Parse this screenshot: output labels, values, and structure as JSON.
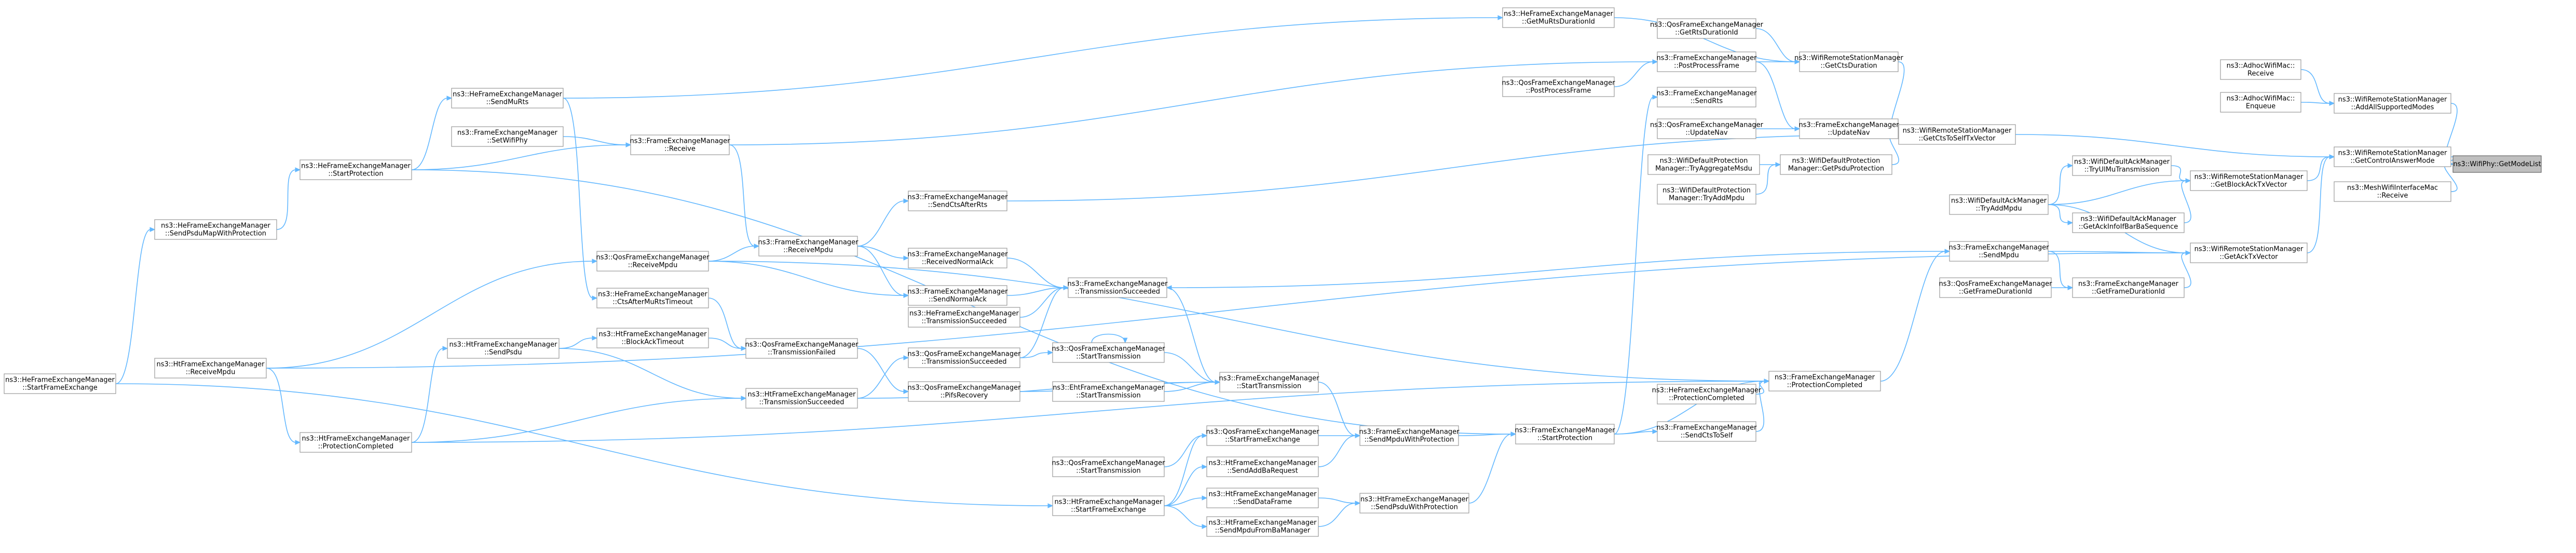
{
  "nodes": [
    {
      "id": "target",
      "lines": [
        "ns3::WifiPhy::GetModeList"
      ],
      "highlight": true
    },
    {
      "id": "rsm_addall",
      "lines": [
        "ns3::WifiRemoteStationManager",
        "::AddAllSupportedModes"
      ]
    },
    {
      "id": "adhoc_recv",
      "lines": [
        "ns3::AdhocWifiMac::",
        "Receive"
      ]
    },
    {
      "id": "adhoc_enq",
      "lines": [
        "ns3::AdhocWifiMac::",
        "Enqueue"
      ]
    },
    {
      "id": "rsm_ctrlans",
      "lines": [
        "ns3::WifiRemoteStationManager",
        "::GetControlAnswerMode"
      ]
    },
    {
      "id": "mesh_recv",
      "lines": [
        "ns3::MeshWifiInterfaceMac",
        "::Receive"
      ]
    },
    {
      "id": "rsm_ctstx",
      "lines": [
        "ns3::WifiRemoteStationManager",
        "::GetCtsToSelfTxVector"
      ]
    },
    {
      "id": "rsm_blockack",
      "lines": [
        "ns3::WifiRemoteStationManager",
        "::GetBlockAckTxVector"
      ]
    },
    {
      "id": "rsm_acktx",
      "lines": [
        "ns3::WifiRemoteStationManager",
        "::GetAckTxVector"
      ]
    },
    {
      "id": "rsm_ctstx_c",
      "lines": [
        "ns3::WifiRemoteStationManager",
        "::GetCtsTxVector"
      ]
    },
    {
      "id": "rsm_ctsdur",
      "lines": [
        "ns3::WifiRemoteStationManager",
        "::GetCtsDuration"
      ]
    },
    {
      "id": "rsm_updnav",
      "lines": [
        "ns3::FrameExchangeManager",
        "::UpdateNav"
      ]
    },
    {
      "id": "dap_getpsdu",
      "lines": [
        "ns3::WifiDefaultProtection",
        "Manager::GetPsduProtection"
      ]
    },
    {
      "id": "fem_postproc",
      "lines": [
        "ns3::FrameExchangeManager",
        "::PostProcessFrame"
      ]
    },
    {
      "id": "fem_sendrts",
      "lines": [
        "ns3::FrameExchangeManager",
        "::SendRts"
      ]
    },
    {
      "id": "he_getmu",
      "lines": [
        "ns3::HeFrameExchangeManager",
        "::GetMuRtsDurationId"
      ]
    },
    {
      "id": "qos_getrts",
      "lines": [
        "ns3::QosFrameExchangeManager",
        "::GetRtsDurationId"
      ]
    },
    {
      "id": "qos_postproc",
      "lines": [
        "ns3::QosFrameExchangeManager",
        "::PostProcessFrame"
      ]
    },
    {
      "id": "qos_updnav",
      "lines": [
        "ns3::QosFrameExchangeManager",
        "::UpdateNav"
      ]
    },
    {
      "id": "dap_tryagg",
      "lines": [
        "ns3::WifiDefaultProtection",
        "Manager::TryAggregateMsdu"
      ]
    },
    {
      "id": "dap_trympdu",
      "lines": [
        "ns3::WifiDefaultProtection",
        "Manager::TryAddMpdu"
      ]
    },
    {
      "id": "dap_tryulmu",
      "lines": [
        "ns3::WifiDefaultAckManager",
        "::TryUlMuTransmission"
      ]
    },
    {
      "id": "dap_tryaddmpdu",
      "lines": [
        "ns3::WifiDefaultAckManager",
        "::TryAddMpdu"
      ]
    },
    {
      "id": "dap_getackinfo",
      "lines": [
        "ns3::WifiDefaultAckManager",
        "::GetAckInfoIfBarBaSequence"
      ]
    },
    {
      "id": "fem_sendmpdu",
      "lines": [
        "ns3::FrameExchangeManager",
        "::SendMpdu"
      ]
    },
    {
      "id": "qos_getframedur",
      "lines": [
        "ns3::QosFrameExchangeManager",
        "::GetFrameDurationId"
      ]
    },
    {
      "id": "fem_getframedur",
      "lines": [
        "ns3::FrameExchangeManager",
        "::GetFrameDurationId"
      ]
    },
    {
      "id": "fem_protcomp",
      "lines": [
        "ns3::FrameExchangeManager",
        "::ProtectionCompleted"
      ]
    },
    {
      "id": "he_protcomp",
      "lines": [
        "ns3::HeFrameExchangeManager",
        "::ProtectionCompleted"
      ]
    },
    {
      "id": "fem_sendcts",
      "lines": [
        "ns3::FrameExchangeManager",
        "::SendCtsToSelf"
      ]
    },
    {
      "id": "fem_startprot",
      "lines": [
        "ns3::FrameExchangeManager",
        "::StartProtection"
      ]
    },
    {
      "id": "fem_sendmpduwp",
      "lines": [
        "ns3::FrameExchangeManager",
        "::SendMpduWithProtection"
      ]
    },
    {
      "id": "ht_sendpsduwp",
      "lines": [
        "ns3::HtFrameExchangeManager",
        "::SendPsduWithProtection"
      ]
    },
    {
      "id": "fem_starttx",
      "lines": [
        "ns3::FrameExchangeManager",
        "::StartTransmission"
      ]
    },
    {
      "id": "fem_txsucc",
      "lines": [
        "ns3::FrameExchangeManager",
        "::TransmissionSucceeded"
      ]
    },
    {
      "id": "qos_starttx",
      "lines": [
        "ns3::QosFrameExchangeManager",
        "::StartTransmission"
      ]
    },
    {
      "id": "qos_pifs",
      "lines": [
        "ns3::QosFrameExchangeManager",
        "::PifsRecovery"
      ]
    },
    {
      "id": "eht_starttx",
      "lines": [
        "ns3::EhtFrameExchangeManager",
        "::StartTransmission"
      ]
    },
    {
      "id": "he_txsucc",
      "lines": [
        "ns3::HeFrameExchangeManager",
        "::TransmissionSucceeded"
      ]
    },
    {
      "id": "qos_txsucc",
      "lines": [
        "ns3::QosFrameExchangeManager",
        "::TransmissionSucceeded"
      ]
    },
    {
      "id": "qos_startfe",
      "lines": [
        "ns3::QosFrameExchangeManager",
        "::StartFrameExchange"
      ]
    },
    {
      "id": "ht_sendaddba",
      "lines": [
        "ns3::HtFrameExchangeManager",
        "::SendAddBaRequest"
      ]
    },
    {
      "id": "ht_senddata",
      "lines": [
        "ns3::HtFrameExchangeManager",
        "::SendDataFrame"
      ]
    },
    {
      "id": "ht_sendpsdufrom",
      "lines": [
        "ns3::HtFrameExchangeManager",
        "::SendMpduFromBaManager"
      ]
    },
    {
      "id": "qos_starttx2",
      "lines": [
        "ns3::QosFrameExchangeManager",
        "::StartTransmission"
      ]
    },
    {
      "id": "ht_startfe",
      "lines": [
        "ns3::HtFrameExchangeManager",
        "::StartFrameExchange"
      ]
    },
    {
      "id": "fem_recvnormack",
      "lines": [
        "ns3::FrameExchangeManager",
        "::ReceivedNormalAck"
      ]
    },
    {
      "id": "fem_sendctsafter",
      "lines": [
        "ns3::FrameExchangeManager",
        "::SendCtsAfterRts"
      ]
    },
    {
      "id": "fem_recvmpdu",
      "lines": [
        "ns3::FrameExchangeManager",
        "::ReceiveMpdu"
      ]
    },
    {
      "id": "fem_sendnormack",
      "lines": [
        "ns3::FrameExchangeManager",
        "::SendNormalAck"
      ]
    },
    {
      "id": "qos_txfailed",
      "lines": [
        "ns3::QosFrameExchangeManager",
        "::TransmissionFailed"
      ]
    },
    {
      "id": "ht_txsucc",
      "lines": [
        "ns3::HtFrameExchangeManager",
        "::TransmissionSucceeded"
      ]
    },
    {
      "id": "fem_receive",
      "lines": [
        "ns3::FrameExchangeManager",
        "::Receive"
      ]
    },
    {
      "id": "he_sendmurts",
      "lines": [
        "ns3::HeFrameExchangeManager",
        "::SendMuRts"
      ]
    },
    {
      "id": "fem_setwifiphy",
      "lines": [
        "ns3::FrameExchangeManager",
        "::SetWifiPhy"
      ]
    },
    {
      "id": "qos_recvmpdu",
      "lines": [
        "ns3::QosFrameExchangeManager",
        "::ReceiveMpdu"
      ]
    },
    {
      "id": "he_ctsaftermu",
      "lines": [
        "ns3::HeFrameExchangeManager",
        "::CtsAfterMuRtsTimeout"
      ]
    },
    {
      "id": "ht_blockacktimeout",
      "lines": [
        "ns3::HtFrameExchangeManager",
        "::BlockAckTimeout"
      ]
    },
    {
      "id": "ht_sendpsdu",
      "lines": [
        "ns3::HtFrameExchangeManager",
        "::SendPsdu"
      ]
    },
    {
      "id": "he_startprot",
      "lines": [
        "ns3::HeFrameExchangeManager",
        "::StartProtection"
      ]
    },
    {
      "id": "he_sendpsdumay",
      "lines": [
        "ns3::HeFrameExchangeManager",
        "::SendPsduMapWithProtection"
      ]
    },
    {
      "id": "ht_recvmpdu",
      "lines": [
        "ns3::HtFrameExchangeManager",
        "::ReceiveMpdu"
      ]
    },
    {
      "id": "ht_protcomp",
      "lines": [
        "ns3::HtFrameExchangeManager",
        "::ProtectionCompleted"
      ]
    },
    {
      "id": "he_startfe",
      "lines": [
        "ns3::HeFrameExchangeManager",
        "::StartFrameExchange"
      ]
    }
  ],
  "edges": [
    [
      "rsm_addall",
      "target"
    ],
    [
      "rsm_ctrlans",
      "target"
    ],
    [
      "mesh_recv",
      "target"
    ],
    [
      "adhoc_recv",
      "rsm_addall"
    ],
    [
      "adhoc_enq",
      "rsm_addall"
    ],
    [
      "rsm_ctstx",
      "rsm_ctrlans"
    ],
    [
      "rsm_blockack",
      "rsm_ctrlans"
    ],
    [
      "rsm_acktx",
      "rsm_ctrlans"
    ],
    [
      "rsm_ctsdur",
      "rsm_ctstx"
    ],
    [
      "rsm_updnav",
      "rsm_ctstx"
    ],
    [
      "dap_getpsdu",
      "rsm_ctstx"
    ],
    [
      "fem_sendctsafter",
      "rsm_ctstx"
    ],
    [
      "fem_postproc",
      "rsm_ctsdur"
    ],
    [
      "he_getmu",
      "rsm_ctsdur"
    ],
    [
      "qos_getrts",
      "rsm_ctsdur"
    ],
    [
      "qos_updnav",
      "rsm_updnav"
    ],
    [
      "fem_postproc",
      "rsm_updnav"
    ],
    [
      "dap_tryagg",
      "dap_getpsdu"
    ],
    [
      "dap_trympdu",
      "dap_getpsdu"
    ],
    [
      "dap_tryulmu",
      "rsm_blockack"
    ],
    [
      "dap_tryaddmpdu",
      "rsm_blockack"
    ],
    [
      "dap_getackinfo",
      "rsm_blockack"
    ],
    [
      "dap_tryaddmpdu",
      "dap_tryulmu"
    ],
    [
      "dap_tryaddmpdu",
      "dap_getackinfo"
    ],
    [
      "dap_tryaddmpdu",
      "rsm_acktx"
    ],
    [
      "fem_sendmpdu",
      "rsm_acktx"
    ],
    [
      "fem_getframedur",
      "rsm_acktx"
    ],
    [
      "ht_recvmpdu",
      "rsm_acktx"
    ],
    [
      "qos_getframedur",
      "fem_getframedur"
    ],
    [
      "fem_sendmpdu",
      "fem_getframedur"
    ],
    [
      "fem_receive",
      "fem_postproc"
    ],
    [
      "qos_postproc",
      "fem_postproc"
    ],
    [
      "he_sendmurts",
      "he_getmu"
    ],
    [
      "fem_startprot",
      "fem_sendrts"
    ],
    [
      "fem_protcomp",
      "fem_sendmpdu"
    ],
    [
      "fem_sendmpdu",
      "fem_txsucc"
    ],
    [
      "he_protcomp",
      "fem_protcomp"
    ],
    [
      "fem_sendcts",
      "fem_protcomp"
    ],
    [
      "fem_startprot",
      "fem_protcomp"
    ],
    [
      "ht_protcomp",
      "fem_protcomp"
    ],
    [
      "qos_recvmpdu",
      "fem_protcomp"
    ],
    [
      "fem_sendmpduwp",
      "fem_startprot"
    ],
    [
      "ht_sendpsduwp",
      "fem_startprot"
    ],
    [
      "he_startprot",
      "fem_startprot"
    ],
    [
      "fem_startprot",
      "fem_sendcts"
    ],
    [
      "fem_starttx",
      "fem_sendmpduwp"
    ],
    [
      "qos_startfe",
      "fem_sendmpduwp"
    ],
    [
      "ht_sendaddba",
      "fem_sendmpduwp"
    ],
    [
      "ht_senddata",
      "ht_sendpsduwp"
    ],
    [
      "ht_sendpsdufrom",
      "ht_sendpsduwp"
    ],
    [
      "qos_starttx",
      "fem_starttx"
    ],
    [
      "qos_pifs",
      "fem_starttx"
    ],
    [
      "eht_starttx",
      "fem_starttx"
    ],
    [
      "fem_txsucc",
      "fem_starttx"
    ],
    [
      "ht_txsucc",
      "fem_starttx"
    ],
    [
      "he_txsucc",
      "fem_txsucc"
    ],
    [
      "qos_txsucc",
      "fem_txsucc"
    ],
    [
      "fem_recvnormack",
      "fem_txsucc"
    ],
    [
      "fem_sendnormack",
      "fem_txsucc"
    ],
    [
      "qos_txsucc",
      "qos_starttx"
    ],
    [
      "qos_starttx",
      "qos_starttx"
    ],
    [
      "qos_txfailed",
      "qos_pifs"
    ],
    [
      "qos_starttx2",
      "qos_startfe"
    ],
    [
      "ht_startfe",
      "qos_startfe"
    ],
    [
      "ht_startfe",
      "ht_sendaddba"
    ],
    [
      "ht_startfe",
      "ht_senddata"
    ],
    [
      "ht_startfe",
      "ht_sendpsdufrom"
    ],
    [
      "fem_recvmpdu",
      "fem_recvnormack"
    ],
    [
      "fem_recvmpdu",
      "fem_sendctsafter"
    ],
    [
      "fem_recvmpdu",
      "fem_sendnormack"
    ],
    [
      "fem_receive",
      "fem_recvmpdu"
    ],
    [
      "qos_recvmpdu",
      "fem_recvmpdu"
    ],
    [
      "qos_recvmpdu",
      "fem_sendnormack"
    ],
    [
      "ht_txsucc",
      "qos_txsucc"
    ],
    [
      "ht_blockacktimeout",
      "qos_txfailed"
    ],
    [
      "he_ctsaftermu",
      "qos_txfailed"
    ],
    [
      "fem_setwifiphy",
      "fem_receive"
    ],
    [
      "he_startprot",
      "fem_receive"
    ],
    [
      "he_sendmurts",
      "he_ctsaftermu"
    ],
    [
      "he_startprot",
      "he_sendmurts"
    ],
    [
      "ht_recvmpdu",
      "qos_recvmpdu"
    ],
    [
      "ht_sendpsdu",
      "ht_blockacktimeout"
    ],
    [
      "ht_sendpsdu",
      "ht_txsucc"
    ],
    [
      "ht_protcomp",
      "ht_sendpsdu"
    ],
    [
      "ht_protcomp",
      "ht_txsucc"
    ],
    [
      "ht_recvmpdu",
      "ht_protcomp"
    ],
    [
      "he_sendpsdumay",
      "he_startprot"
    ],
    [
      "he_startfe",
      "he_sendpsdumay"
    ],
    [
      "he_startfe",
      "ht_startfe"
    ]
  ]
}
